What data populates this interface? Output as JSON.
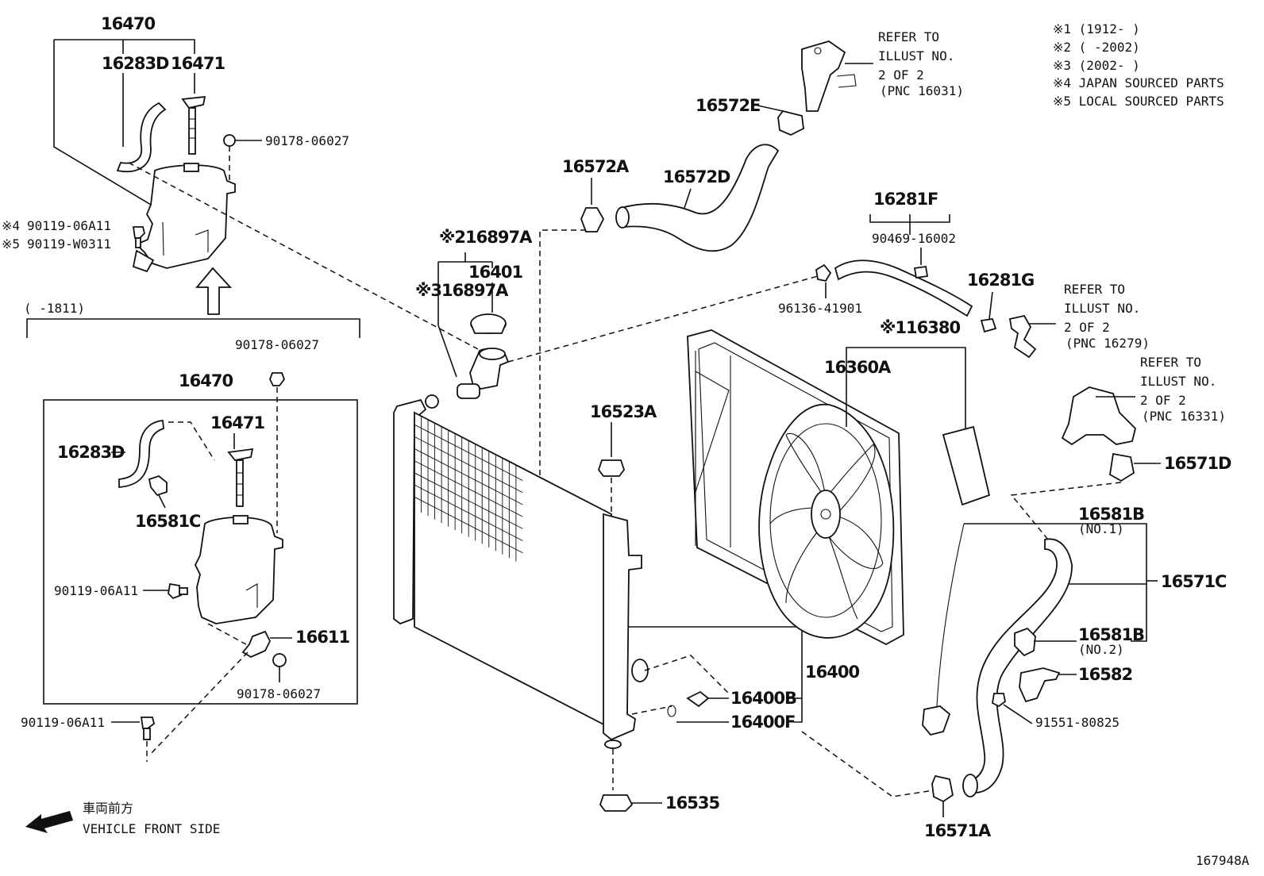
{
  "labels": {
    "p16470_top": "16470",
    "p16283D_top": "16283D",
    "p16471_top": "16471",
    "p90178_top": "90178-06027",
    "p90119_a": "90119-06A11",
    "p90119_b": "90119-W0311",
    "m4": "※4",
    "m5": "※5",
    "range_1811": "(     -1811)",
    "p90178_mid": "90178-06027",
    "p16470_box": "16470",
    "p16471_box": "16471",
    "p16283D_box": "16283D",
    "p16581C": "16581C",
    "p90119_box": "90119-06A11",
    "p16611": "16611",
    "p90178_box": "90178-06027",
    "p90119_bottom": "90119-06A11",
    "front_jp": "車両前方",
    "front_en": "VEHICLE FRONT SIDE",
    "m2_16897A": "※216897A",
    "p16401": "16401",
    "m3_16897A": "※316897A",
    "p16572A": "16572A",
    "p16572D": "16572D",
    "p16572E": "16572E",
    "refer1_a": "REFER TO",
    "refer1_b": "ILLUST NO.",
    "refer1_c": "2 OF 2",
    "refer1_d": "(PNC 16031)",
    "p16281F": "16281F",
    "p90469": "90469-16002",
    "p96136": "96136-41901",
    "p16281G": "16281G",
    "refer2_a": "REFER TO",
    "refer2_b": "ILLUST NO.",
    "refer2_c": "2 OF 2",
    "refer2_d": "(PNC 16279)",
    "m1_16380": "※116380",
    "p16360A": "16360A",
    "p16523A": "16523A",
    "refer3_a": "REFER TO",
    "refer3_b": "ILLUST NO.",
    "refer3_c": "2 OF 2",
    "refer3_d": "(PNC 16331)",
    "p16571D": "16571D",
    "p16581B_1": "16581B",
    "no1": "(NO.1)",
    "p16571C": "16571C",
    "p16581B_2": "16581B",
    "no2": "(NO.2)",
    "p16582": "16582",
    "p91551": "91551-80825",
    "p16400": "16400",
    "p16400B": "16400B",
    "p16400F": "16400F",
    "p16535": "16535",
    "p16571A": "16571A",
    "diagram_no": "167948A"
  },
  "legend": [
    "※1 (1912-      )",
    "※2 (      -2002)",
    "※3 (2002-      )",
    "※4 JAPAN SOURCED PARTS",
    "※5 LOCAL SOURCED PARTS"
  ]
}
